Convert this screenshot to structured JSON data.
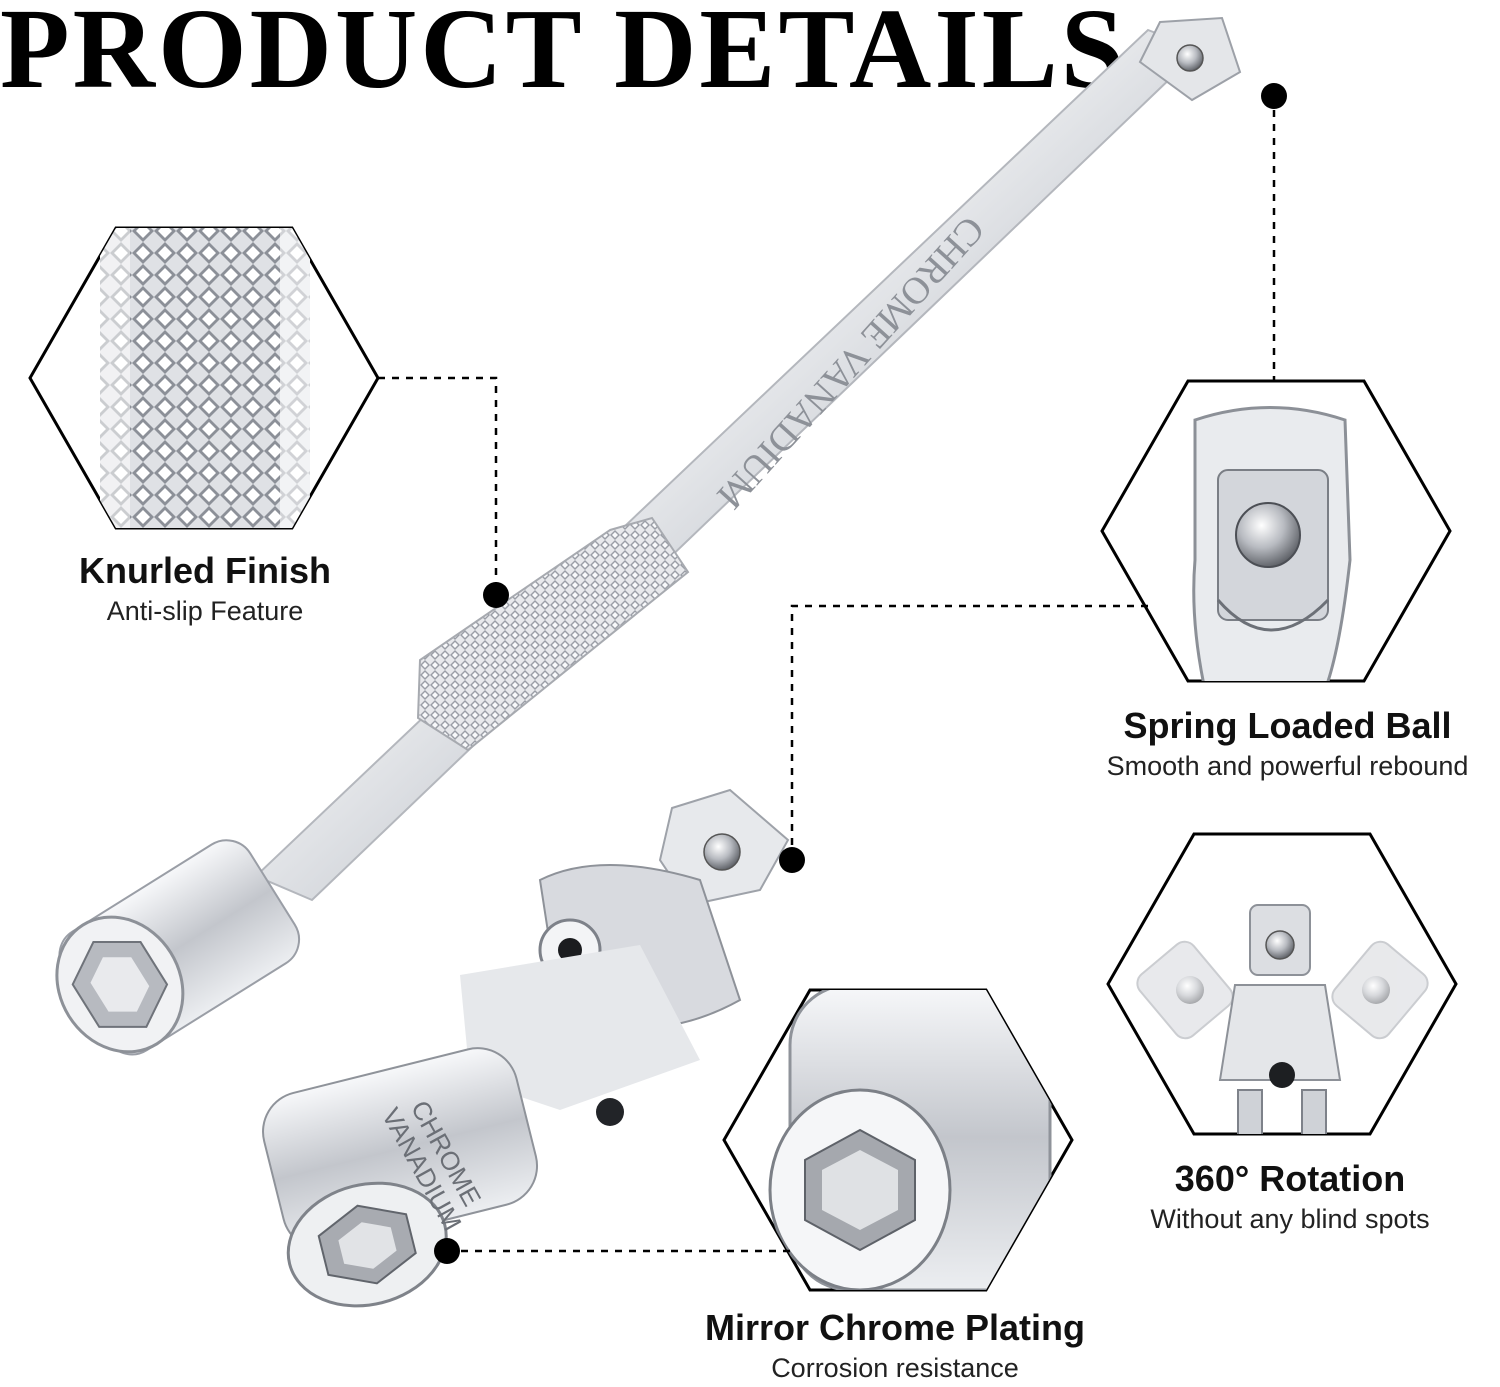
{
  "title": "PRODUCT DETAILS",
  "engravings": {
    "bar": "CHROME VANADIUM",
    "joint_top": "CHROME",
    "joint_bottom": "VANADIUM"
  },
  "features": [
    {
      "title": "Knurled Finish",
      "subtitle": "Anti-slip Feature"
    },
    {
      "title": "Spring Loaded Ball",
      "subtitle": "Smooth and powerful rebound"
    },
    {
      "title": "360° Rotation",
      "subtitle": "Without any blind spots"
    },
    {
      "title": "Mirror Chrome Plating",
      "subtitle": "Corrosion resistance"
    }
  ],
  "colors": {
    "chrome_light": "#f4f5f7",
    "chrome_mid": "#c9ccd2",
    "chrome_dark": "#8a8e96",
    "outline": "#000000"
  }
}
